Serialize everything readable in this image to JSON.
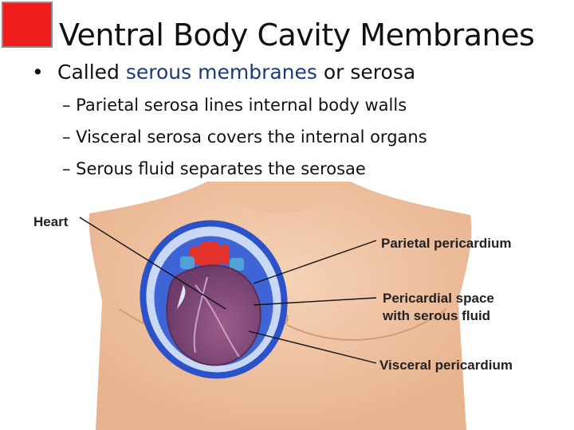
{
  "slide": {
    "title": "Ventral Body Cavity Membranes",
    "bullet": {
      "prefix": "Called ",
      "highlight": "serous membranes",
      "suffix": " or serosa"
    },
    "sub_bullets": [
      "– Parietal serosa lines internal body walls",
      "– Visceral serosa covers the internal organs",
      "– Serous fluid separates the serosae"
    ]
  },
  "figure": {
    "labels": {
      "heart": "Heart",
      "parietal": "Parietal pericardium",
      "space_line1": "Pericardial space",
      "space_line2": "with serous fluid",
      "visceral": "Visceral pericardium"
    },
    "colors": {
      "accent_square": "#ee1c1c",
      "highlight_text": "#1f3a7a",
      "skin": "#f1c6a6",
      "membrane_outer": "#2b52c9",
      "heart": "#8a4a78"
    }
  }
}
